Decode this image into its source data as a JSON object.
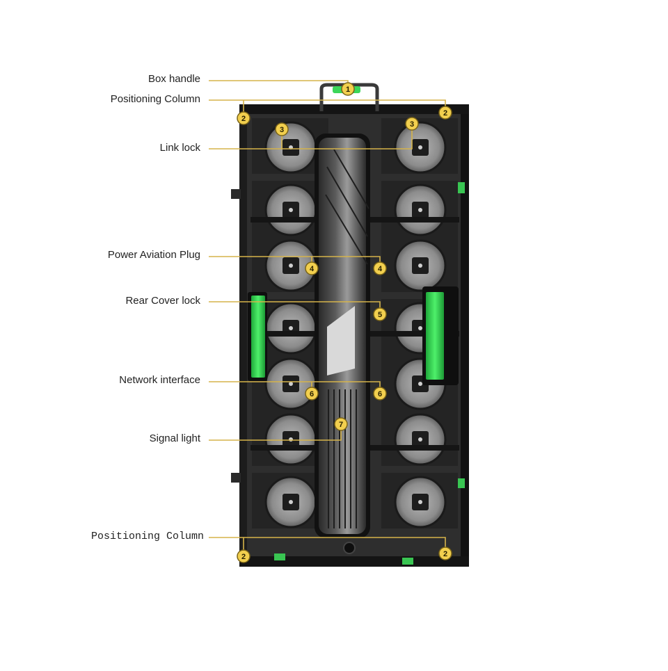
{
  "diagram": {
    "callouts": [
      {
        "number": "1",
        "label": "Box handle"
      },
      {
        "number": "2",
        "label": "Positioning Column"
      },
      {
        "number": "3",
        "label": "Link lock"
      },
      {
        "number": "4",
        "label": "Power Aviation Plug"
      },
      {
        "number": "5",
        "label": "Rear Cover lock"
      },
      {
        "number": "6",
        "label": "Network interface"
      },
      {
        "number": "7",
        "label": "Signal light"
      },
      {
        "number": "2",
        "label": "Positioning Column"
      }
    ]
  },
  "colors": {
    "leader_line": "#d6b44a",
    "marker_fill": "#f2cf4e",
    "marker_stroke": "#7a6418",
    "cabinet_dark": "#1a1a1a",
    "module_gray": "#9a9a9a",
    "lock_green": "#2fd14e"
  }
}
